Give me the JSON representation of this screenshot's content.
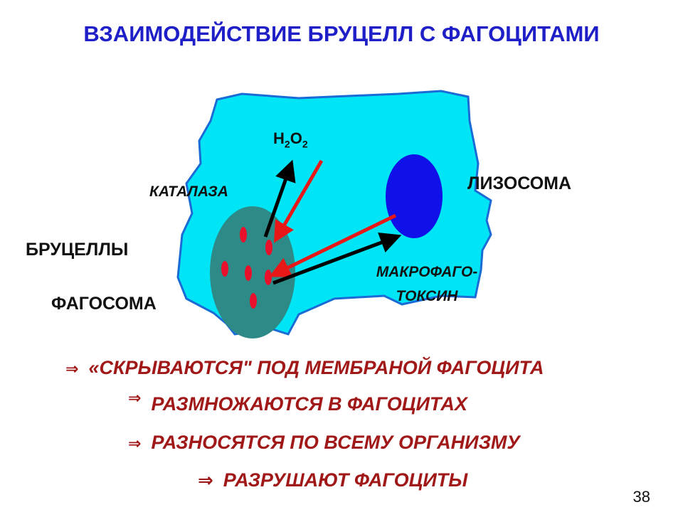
{
  "title": "ВЗАИМОДЕЙСТВИЕ БРУЦЕЛЛ С ФАГОЦИТАМИ",
  "diagram": {
    "h2o2": {
      "h": "H",
      "sub1": "2",
      "o": "O",
      "sub2": "2"
    },
    "catalase": "КАТАЛАЗА",
    "lysosome": "ЛИЗОСОМА",
    "brucella": "БРУЦЕЛЛЫ",
    "phagosome": "ФАГОСОМА",
    "macrophage_toxin_line1": "МАКРОФАГО-",
    "macrophage_toxin_line2": "ТОКСИН",
    "colors": {
      "cell_fill": "#00e5f5",
      "cell_stroke": "#1a6bd6",
      "phagosome": "#2e8a86",
      "lysosome": "#1010e8",
      "bacteria": "#e8102a",
      "arrow_black": "#000000",
      "arrow_red": "#e81818"
    }
  },
  "bullets": [
    {
      "arrow": "⇒",
      "text": "«СКРЫВАЮТСЯ\" ПОД МЕМБРАНОЙ ФАГОЦИТА"
    },
    {
      "arrow": "⇒",
      "text": "РАЗМНОЖАЮТСЯ В ФАГОЦИТАХ"
    },
    {
      "arrow": "⇒",
      "text": "РАЗНОСЯТСЯ ПО ВСЕМУ ОРГАНИЗМУ"
    },
    {
      "arrow": "⇒",
      "text": "РАЗРУШАЮТ ФАГОЦИТЫ"
    }
  ],
  "page_number": "38"
}
